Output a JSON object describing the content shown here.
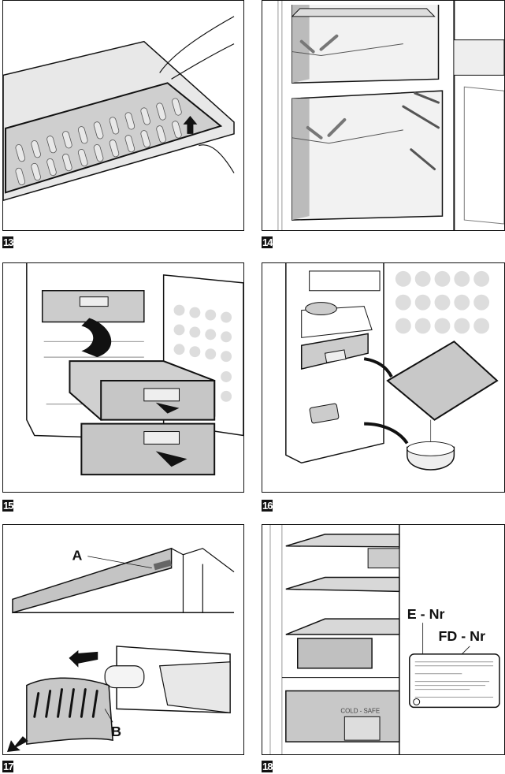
{
  "figures": [
    {
      "number": "13",
      "description": "Removing the freezer tray cover / lifting the grid insert"
    },
    {
      "number": "14",
      "description": "Refrigerator compartments with defrost water drain channels"
    },
    {
      "number": "15",
      "description": "Removing freezer drawers"
    },
    {
      "number": "16",
      "description": "Defrosting: emptying water tray and wiping compartment"
    },
    {
      "number": "17",
      "description": "Replacing the light bulb",
      "labels": {
        "a": "A",
        "b": "B"
      }
    },
    {
      "number": "18",
      "description": "Location of the rating plate",
      "labels": {
        "e_nr": "E - Nr",
        "fd_nr": "FD - Nr",
        "drawer": "COLD - SAFE"
      }
    }
  ],
  "colors": {
    "ink": "#111111",
    "shade": "#c8c8c8",
    "light": "#e6e6e6",
    "paper": "#ffffff"
  }
}
